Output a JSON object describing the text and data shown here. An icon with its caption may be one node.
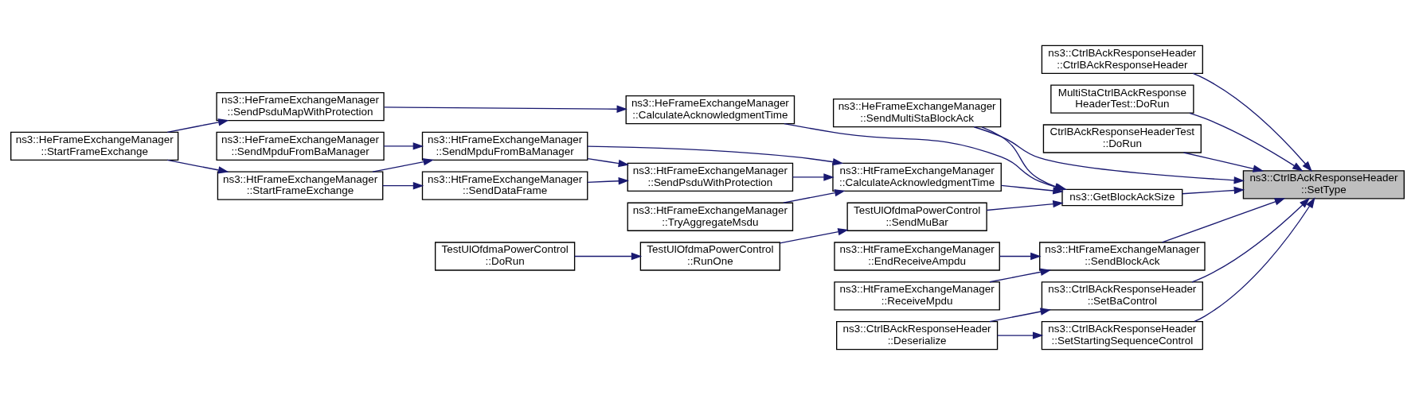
{
  "diagram": {
    "nodes": [
      {
        "text": [
          "ns3::CtrlBAckResponseHeader ::SetType"
        ]
      },
      {
        "text": [
          "ns3::CtrlBAckResponseHeader ::CtrlBAckResponseHeader"
        ]
      },
      {
        "text": [
          "MultiStaCtrlBAckResponse HeaderTest::DoRun"
        ]
      },
      {
        "text": [
          "CtrlBAckResponseHeaderTest ::DoRun"
        ]
      },
      {
        "text": [
          "ns3::GetBlockAckSize"
        ]
      },
      {
        "text": [
          "ns3::HeFrameExchangeManager ::SendMultiStaBlockAck"
        ]
      },
      {
        "text": [
          "ns3::HtFrameExchangeManager ::SendBlockAck"
        ]
      },
      {
        "text": [
          "ns3::CtrlBAckResponseHeader ::SetBaControl"
        ]
      },
      {
        "text": [
          "ns3::CtrlBAckResponseHeader ::SetStartingSequenceControl"
        ]
      },
      {
        "text": [
          "ns3::HeFrameExchangeManager ::CalculateAcknowledgmentTime"
        ]
      },
      {
        "text": [
          "ns3::HtFrameExchangeManager ::CalculateAcknowledgmentTime"
        ]
      },
      {
        "text": [
          "TestUlOfdmaPowerControl ::SendMuBar"
        ]
      },
      {
        "text": [
          "ns3::HtFrameExchangeManager ::EndReceiveAmpdu"
        ]
      },
      {
        "text": [
          "ns3::HtFrameExchangeManager ::ReceiveMpdu"
        ]
      },
      {
        "text": [
          "ns3::CtrlBAckResponseHeader ::Deserialize"
        ]
      },
      {
        "text": [
          "ns3::HeFrameExchangeManager ::SendPsduMapWithProtection"
        ]
      },
      {
        "text": [
          "ns3::HtFrameExchangeManager ::SendMpduFromBaManager"
        ]
      },
      {
        "text": [
          "ns3::HtFrameExchangeManager ::SendPsduWithProtection"
        ]
      },
      {
        "text": [
          "ns3::HtFrameExchangeManager ::TryAggregateMsdu"
        ]
      },
      {
        "text": [
          "TestUlOfdmaPowerControl ::RunOne"
        ]
      },
      {
        "text": [
          "ns3::HeFrameExchangeManager ::StartFrameExchange"
        ]
      },
      {
        "text": [
          "ns3::HeFrameExchangeManager ::SendMpduFromBaManager"
        ]
      },
      {
        "text": [
          "ns3::HtFrameExchangeManager ::StartFrameExchange"
        ]
      },
      {
        "text": [
          "ns3::HtFrameExchangeManager ::SendDataFrame"
        ]
      },
      {
        "text": [
          "TestUlOfdmaPowerControl ::DoRun"
        ]
      }
    ],
    "edges": [
      {
        "from": 1,
        "to": 0,
        "arrow": "to"
      },
      {
        "from": 2,
        "to": 0,
        "arrow": "to"
      },
      {
        "from": 3,
        "to": 0,
        "arrow": "to"
      },
      {
        "from": 4,
        "to": 0,
        "arrow": "to"
      },
      {
        "from": 5,
        "to": 0,
        "arrow": "to"
      },
      {
        "from": 6,
        "to": 0,
        "arrow": "to"
      },
      {
        "from": 7,
        "to": 0,
        "arrow": "to"
      },
      {
        "from": 8,
        "to": 0,
        "arrow": "to"
      },
      {
        "from": 9,
        "to": 4,
        "arrow": "to"
      },
      {
        "from": 10,
        "to": 4,
        "arrow": "to"
      },
      {
        "from": 11,
        "to": 4,
        "arrow": "to"
      },
      {
        "from": 5,
        "to": 4,
        "arrow": "to"
      },
      {
        "from": 12,
        "to": 6,
        "arrow": "to"
      },
      {
        "from": 13,
        "to": 6,
        "arrow": "to"
      },
      {
        "from": 14,
        "to": 7,
        "arrow": "to"
      },
      {
        "from": 14,
        "to": 8,
        "arrow": "to"
      },
      {
        "from": 15,
        "to": 9,
        "arrow": "to"
      },
      {
        "from": 16,
        "to": 10,
        "arrow": "to"
      },
      {
        "from": 17,
        "to": 10,
        "arrow": "to"
      },
      {
        "from": 18,
        "to": 10,
        "arrow": "to"
      },
      {
        "from": 19,
        "to": 11,
        "arrow": "to"
      },
      {
        "from": 20,
        "to": 15,
        "arrow": "to"
      },
      {
        "from": 20,
        "to": 22,
        "arrow": "to"
      },
      {
        "from": 21,
        "to": 16,
        "arrow": "to"
      },
      {
        "from": 22,
        "to": 16,
        "arrow": "to"
      },
      {
        "from": 16,
        "to": 17,
        "arrow": "to"
      },
      {
        "from": 22,
        "to": 23,
        "arrow": "to"
      },
      {
        "from": 23,
        "to": 17,
        "arrow": "to"
      },
      {
        "from": 24,
        "to": 19,
        "arrow": "to"
      }
    ]
  }
}
